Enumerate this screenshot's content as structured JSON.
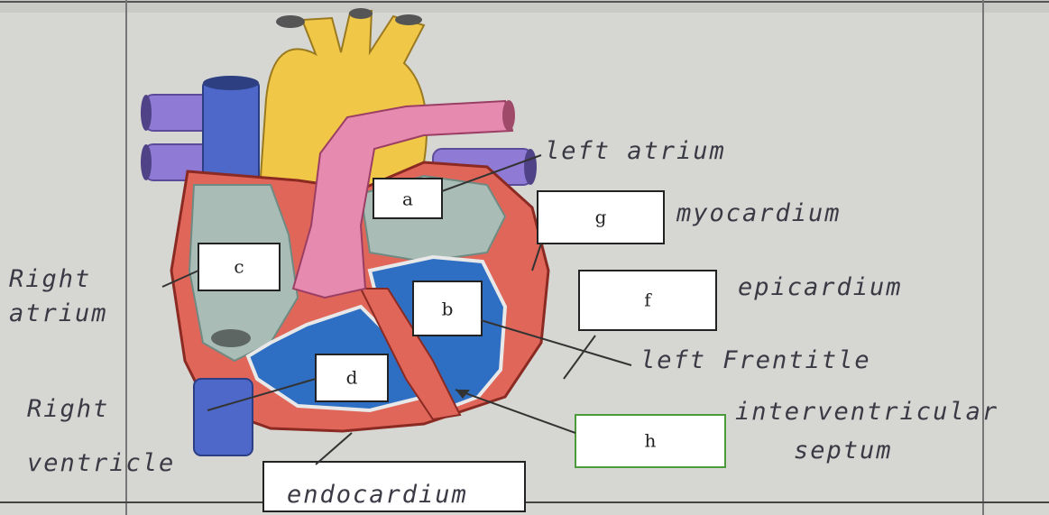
{
  "labels": {
    "a": "a",
    "b": "b",
    "c": "c",
    "d": "d",
    "f": "f",
    "g": "g",
    "h": "h"
  },
  "annotations": {
    "left_atrium": "left atrium",
    "myocardium": "myocardium",
    "epicardium": "epicardium",
    "left_ventricle": "left Frentitle",
    "interventricular_1": "interventricular",
    "interventricular_2": "septum",
    "right_atrium_1": "Right",
    "right_atrium_2": "atrium",
    "right_ventricle_1": "Right",
    "right_ventricle_2": "ventricle",
    "endocardium": "endocardium"
  }
}
